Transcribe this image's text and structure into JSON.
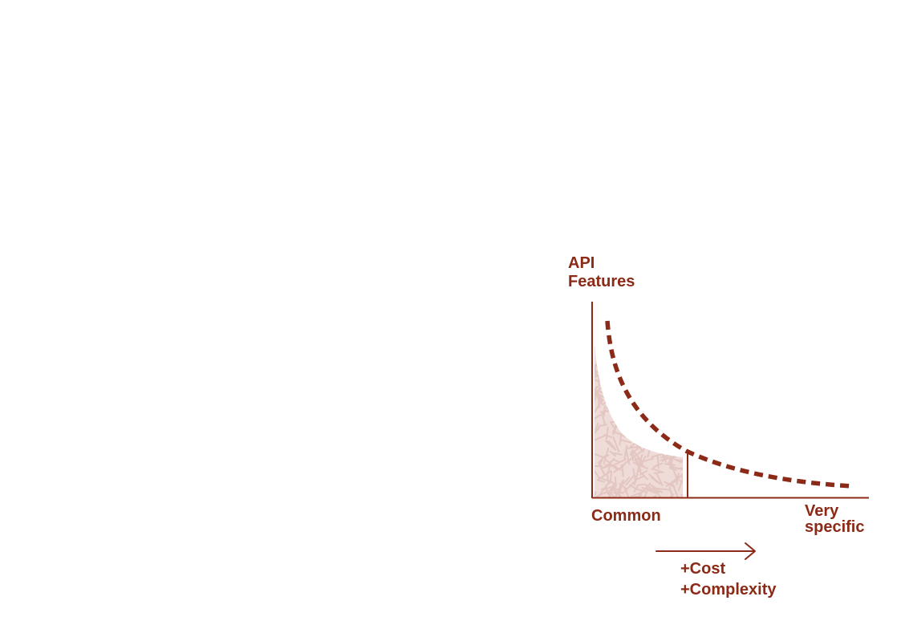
{
  "diagram": {
    "y_axis_label": [
      "API",
      "Features"
    ],
    "x_axis_start_label": "Common",
    "x_axis_end_label": [
      "Very",
      "specific"
    ],
    "arrow_labels": [
      "+Cost",
      "+Complexity"
    ],
    "colors": {
      "ink": "#8b2a16",
      "fill": "#e3c6c1",
      "background": "#ffffff"
    }
  }
}
